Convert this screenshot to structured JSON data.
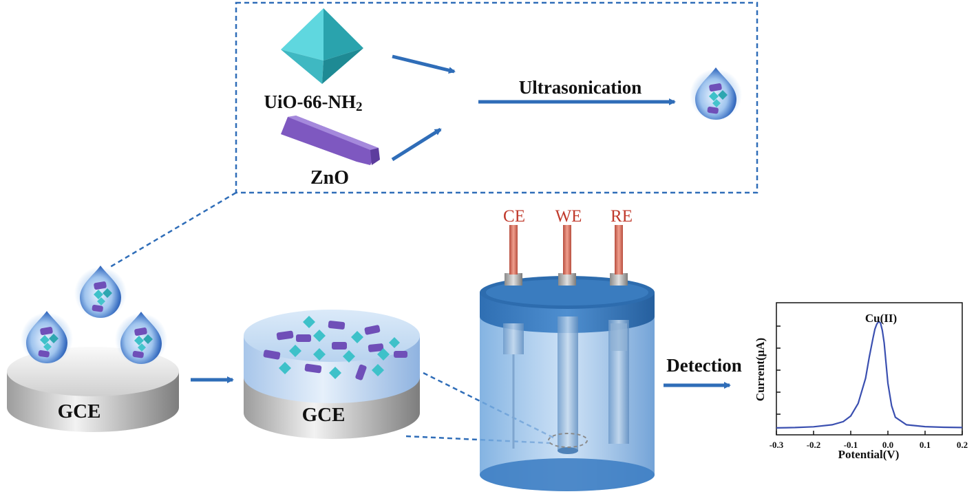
{
  "inset": {
    "material_1": "UiO-66-NH",
    "material_1_subscript": "2",
    "material_2": "ZnO",
    "process": "Ultrasonication"
  },
  "electrodes": {
    "bare_label": "GCE",
    "modified_label": "GCE"
  },
  "cell": {
    "counter": "CE",
    "working": "WE",
    "reference": "RE"
  },
  "step_label": "Detection",
  "chart_data": {
    "type": "line",
    "title": "",
    "annotation": "Cu(II)",
    "xlabel": "Potential(V)",
    "ylabel": "Current(μA)",
    "xlim": [
      -0.3,
      0.2
    ],
    "xticks": [
      "-0.3",
      "-0.2",
      "-0.1",
      "0.0",
      "0.1",
      "0.2"
    ],
    "x": [
      -0.3,
      -0.25,
      -0.2,
      -0.15,
      -0.12,
      -0.1,
      -0.08,
      -0.06,
      -0.05,
      -0.04,
      -0.035,
      -0.03,
      -0.025,
      -0.02,
      -0.015,
      -0.01,
      -0.005,
      0.0,
      0.01,
      0.02,
      0.05,
      0.1,
      0.15,
      0.2
    ],
    "y": [
      0.5,
      0.8,
      1.4,
      3.0,
      5.5,
      10.0,
      20.0,
      40.0,
      57.0,
      72.0,
      79.0,
      83.0,
      85.0,
      84.0,
      78.0,
      68.0,
      52.0,
      36.0,
      18.0,
      9.0,
      3.0,
      1.5,
      1.0,
      0.8
    ],
    "ylim": [
      -5,
      100
    ],
    "grid": false,
    "series_color": "#3a4fb0"
  },
  "colors": {
    "arrow": "#2f6db8",
    "uio_crystal": "#45c4cc",
    "zno_rod": "#7e58c0",
    "electrode_lead": "#d8705e",
    "cell_blue": "#4f8fcc"
  }
}
